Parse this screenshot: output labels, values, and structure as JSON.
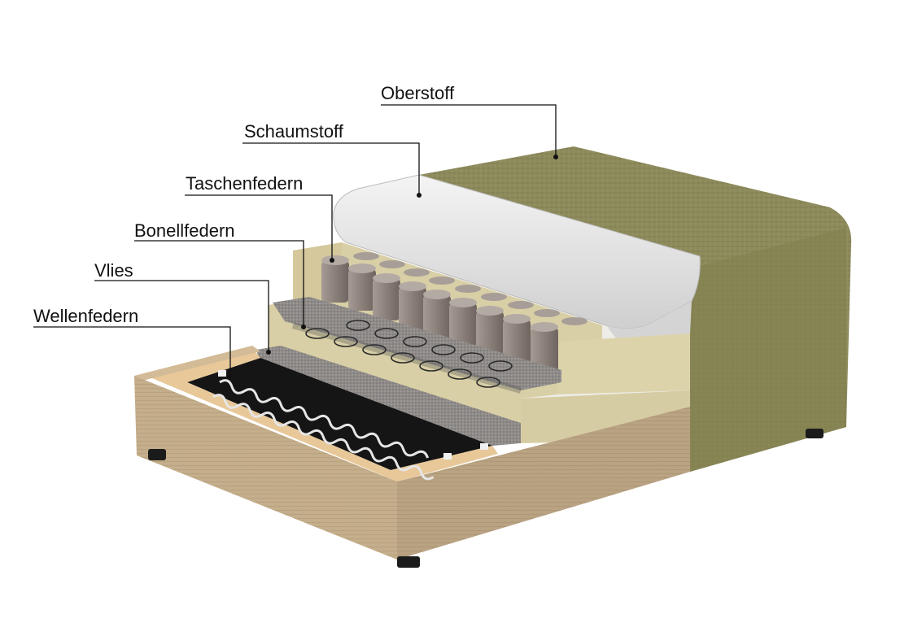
{
  "labels": {
    "oberstoff": "Oberstoff",
    "schaumstoff": "Schaumstoff",
    "taschenfedern": "Taschenfedern",
    "bonellfedern": "Bonellfedern",
    "vlies": "Vlies",
    "wellenfedern": "Wellenfedern"
  },
  "colors": {
    "fabric": "#8d8a5c",
    "fabric_dark": "#7a7750",
    "foam": "#e4e4e4",
    "frame": "#c3ad8a",
    "wood": "#e7c79a",
    "cream_foam": "#d9d0a8",
    "pocket_spring": "#8b7f79",
    "dark_base": "#1a1a1a",
    "leader_line": "#111111"
  }
}
